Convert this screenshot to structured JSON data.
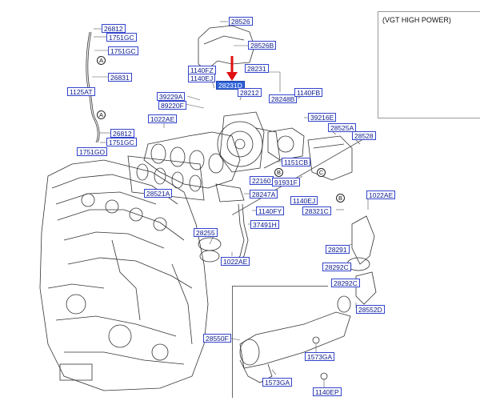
{
  "inset": {
    "title": "(VGT HIGH POWER)"
  },
  "highlight_color": "#2f63d9",
  "label_border_color": "#3344cc",
  "arrow_color": "#e01010",
  "parts": {
    "p28526": "28526",
    "p28526B": "28526B",
    "p26812_top": "26812",
    "p1751GC_1": "1751GC",
    "p1751GC_2": "1751GC",
    "p26831": "26831",
    "p1125AT": "1125AT",
    "p26812_mid": "26812",
    "p1751GC_3": "1751GC",
    "p1751GO": "1751GO",
    "p1140FZ": "1140FZ",
    "p1140EJ": "1140EJ",
    "p28231D": "28231D",
    "p28231": "28231",
    "p28212": "28212",
    "p28248B": "28248B",
    "p1140FB": "1140FB",
    "p39229A": "39229A",
    "p89220F": "89220F",
    "p1022AE_1": "1022AE",
    "p39216E": "39216E",
    "p28525A": "28525A",
    "p28528": "28528",
    "p1151CB": "1151CB",
    "p22160": "22160",
    "p91931F": "91931F",
    "p28247A": "28247A",
    "p1140EJ_2": "1140EJ",
    "p1140FY": "1140FY",
    "p28321C": "28321C",
    "p1022AE_2": "1022AE",
    "p28521A": "28521A",
    "p37491H": "37491H",
    "p28255": "28255",
    "p1022AE_3": "1022AE",
    "p28291": "28291",
    "p28292C_1": "28292C",
    "p28292C_2": "28292C",
    "p28552D": "28552D",
    "p28550F": "28550F",
    "p1573GA_1": "1573GA",
    "p1573GA_2": "1573GA",
    "p1140EP": "1140EP"
  },
  "callouts": {
    "a1": "A",
    "a2": "A",
    "b1": "B",
    "b2": "B",
    "c1": "C"
  }
}
